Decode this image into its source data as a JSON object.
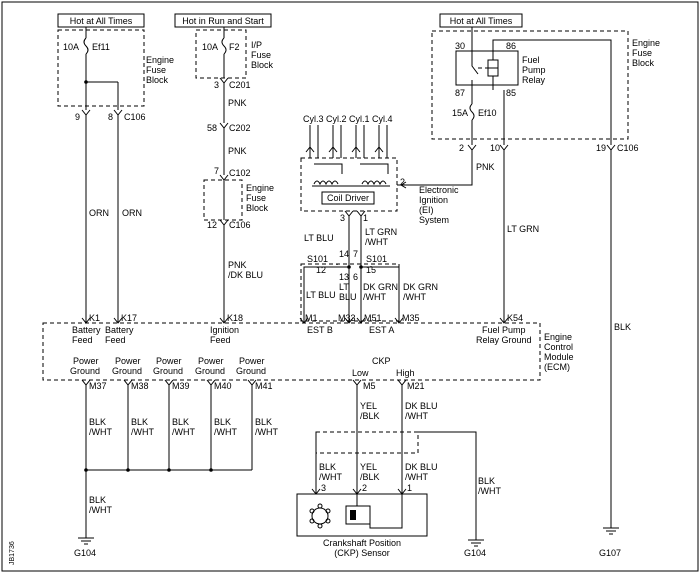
{
  "power_labels": {
    "hot1": "Hot at All Times",
    "hot2": "Hot in Run and Start",
    "hot3": "Hot at All Times"
  },
  "fuses": {
    "ef11_rating": "10A",
    "ef11_name": "Ef11",
    "f2_rating": "10A",
    "f2_name": "F2",
    "ef10_rating": "15A",
    "ef10_name": "Ef10"
  },
  "blocks": {
    "engine_fuse_block": [
      "Engine",
      "Fuse",
      "Block"
    ],
    "ip_fuse_block": [
      "I/P",
      "Fuse",
      "Block"
    ],
    "engine_fuse_block_2": [
      "Engine",
      "Fuse",
      "Block"
    ],
    "engine_fuse_block_3": [
      "Engine",
      "Fuse",
      "Block"
    ],
    "relay": [
      "Fuel",
      "Pump",
      "Relay"
    ],
    "ecm": [
      "Engine",
      "Control",
      "Module",
      "(ECM)"
    ],
    "ei_system": [
      "Electronic",
      "Ignition",
      "(EI)",
      "System"
    ],
    "coil_driver": "Coil Driver",
    "ckp_sensor": [
      "Crankshaft Position",
      "(CKP) Sensor"
    ]
  },
  "relay_pins": {
    "p30": "30",
    "p86": "86",
    "p87": "87",
    "p85": "85"
  },
  "connectors": {
    "c106a": "C106",
    "c201": "C201",
    "c202": "C202",
    "c102": "C102",
    "c106b": "C106",
    "c106c": "C106"
  },
  "pins": {
    "p9": "9",
    "p8": "8",
    "p3": "3",
    "p58": "58",
    "p7": "7",
    "p12": "12",
    "p2": "2",
    "p10": "10",
    "p19": "19",
    "ei3": "3",
    "ei1": "1",
    "ei2": "2",
    "s14": "14",
    "s7": "7",
    "s12": "12",
    "s13": "13",
    "s6": "6",
    "s15": "15",
    "ckp3": "3",
    "ckp2": "2",
    "ckp1": "1"
  },
  "cylinders": [
    "Cyl.3",
    "Cyl.2",
    "Cyl.1",
    "Cyl.4"
  ],
  "splices": {
    "s101a": "S101",
    "s101b": "S101"
  },
  "wires": {
    "orn1": "ORN",
    "orn2": "ORN",
    "pnk1": "PNK",
    "pnk2": "PNK",
    "pnk3": "PNK",
    "pnk_dkblu": [
      "PNK",
      "/DK BLU"
    ],
    "lt_blu1": "LT BLU",
    "lt_grn_wht1": [
      "LT GRN",
      "/WHT"
    ],
    "lt_blu2": "LT BLU",
    "lt_blu3": [
      "LT",
      "BLU"
    ],
    "dk_grn_wht1": [
      "DK GRN",
      "/WHT"
    ],
    "dk_grn_wht2": [
      "DK GRN",
      "/WHT"
    ],
    "lt_grn": "LT GRN",
    "blk_right": "BLK",
    "blk_wht_g1": [
      "BLK",
      "/WHT"
    ],
    "blk_wht_g2": [
      "BLK",
      "/WHT"
    ],
    "blk_wht_g3": [
      "BLK",
      "/WHT"
    ],
    "blk_wht_g4": [
      "BLK",
      "/WHT"
    ],
    "blk_wht_g5": [
      "BLK",
      "/WHT"
    ],
    "blk_wht_g6": [
      "BLK",
      "/WHT"
    ],
    "yel_blk1": [
      "YEL",
      "/BLK"
    ],
    "dkblu_wht1": [
      "DK BLU",
      "/WHT"
    ],
    "blk_wht_s1": [
      "BLK",
      "/WHT"
    ],
    "yel_blk2": [
      "YEL",
      "/BLK"
    ],
    "dkblu_wht2": [
      "DK BLU",
      "/WHT"
    ],
    "blk_wht_g104b": [
      "BLK",
      "/WHT"
    ]
  },
  "ecm_pins": {
    "k1": "K1",
    "k17": "K17",
    "k18": "K18",
    "m1": "M1",
    "m33": "M33",
    "m51": "M51",
    "m35": "M35",
    "k54": "K54",
    "m37": "M37",
    "m38": "M38",
    "m39": "M39",
    "m40": "M40",
    "m41": "M41",
    "m5": "M5",
    "m21": "M21"
  },
  "ecm_labels": {
    "battery_feed1": [
      "Battery",
      "Feed"
    ],
    "battery_feed2": [
      "Battery",
      "Feed"
    ],
    "ignition_feed": [
      "Ignition",
      "Feed"
    ],
    "est_b": "EST B",
    "est_a": "EST A",
    "fuel_pump_relay_ground": [
      "Fuel Pump",
      "Relay Ground"
    ],
    "pg1": [
      "Power",
      "Ground"
    ],
    "pg2": [
      "Power",
      "Ground"
    ],
    "pg3": [
      "Power",
      "Ground"
    ],
    "pg4": [
      "Power",
      "Ground"
    ],
    "pg5": [
      "Power",
      "Ground"
    ],
    "ckp": "CKP",
    "low": "Low",
    "high": "High"
  },
  "grounds": {
    "g104a": "G104",
    "g104b": "G104",
    "g107": "G107"
  },
  "diagram_id": "JB1736"
}
